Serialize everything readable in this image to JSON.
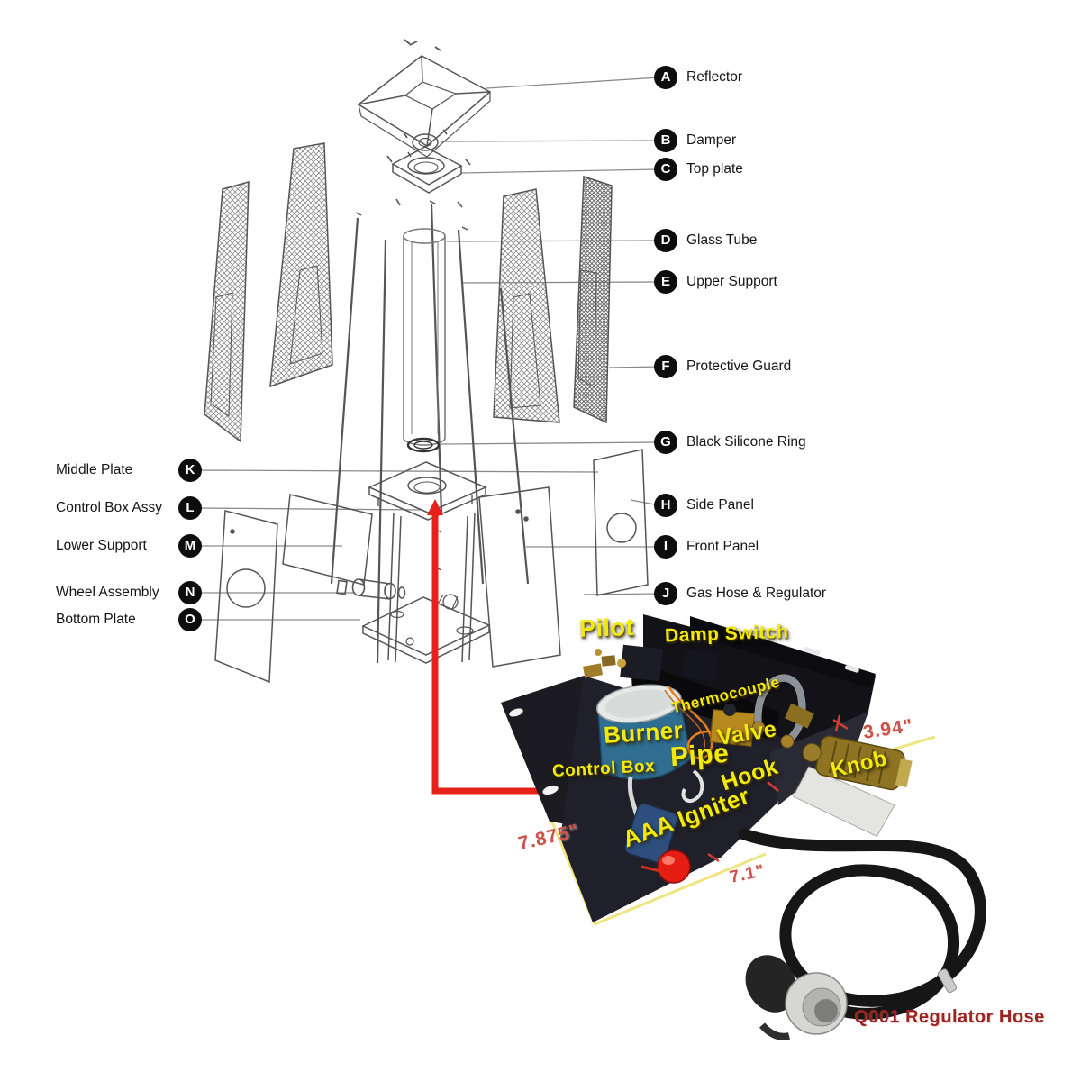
{
  "title": "Pyramid Patio Heater Exploded Parts Diagram",
  "colors": {
    "line": "#555555",
    "red_line": "#e8201a",
    "yellow_label": "#f3e90c",
    "dimension_red": "#cb544a",
    "caption_red": "#9c2420"
  },
  "exploded_view": {
    "right_callouts": [
      {
        "key": "A",
        "label": "Reflector"
      },
      {
        "key": "B",
        "label": "Damper"
      },
      {
        "key": "C",
        "label": "Top plate"
      },
      {
        "key": "D",
        "label": "Glass Tube"
      },
      {
        "key": "E",
        "label": "Upper Support"
      },
      {
        "key": "F",
        "label": "Protective Guard"
      },
      {
        "key": "G",
        "label": "Black Silicone Ring"
      },
      {
        "key": "H",
        "label": "Side Panel"
      },
      {
        "key": "I",
        "label": "Front Panel"
      },
      {
        "key": "J",
        "label": "Gas Hose & Regulator"
      }
    ],
    "left_callouts": [
      {
        "key": "K",
        "label": "Middle Plate"
      },
      {
        "key": "L",
        "label": "Control Box Assy"
      },
      {
        "key": "M",
        "label": "Lower Support"
      },
      {
        "key": "N",
        "label": "Wheel Assembly"
      },
      {
        "key": "O",
        "label": "Bottom Plate"
      }
    ]
  },
  "control_box_photo": {
    "part_labels": [
      "Pilot",
      "Damp Switch",
      "Thermocouple",
      "Burner",
      "Valve",
      "Pipe",
      "Control Box",
      "Hook",
      "AAA Igniter",
      "Knob"
    ],
    "dimensions": {
      "left": "7.875\"",
      "bottom": "7.1\"",
      "right": "3.94\""
    },
    "caption": "Q001 Regulator Hose"
  }
}
